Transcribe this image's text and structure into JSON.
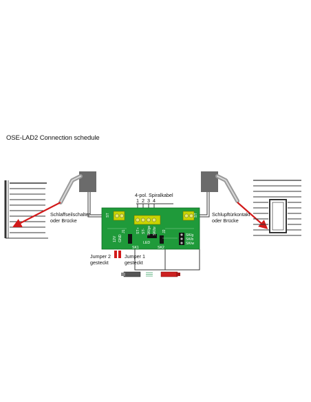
{
  "title": "OSE-LAD2 Connection schedule",
  "labels": {
    "spiral_cable": "4-pol. Spiralkabel",
    "pins": [
      "1",
      "2",
      "3",
      "4"
    ],
    "left_switch_line1": "Schlaffseilschalter",
    "left_switch_line2": "oder Brücke",
    "right_switch_line1": "Schlupftürkontakt",
    "right_switch_line2": "oder Brücke",
    "jumper2_line1": "Jumper 2",
    "jumper2_line2": "gesteckt",
    "jumper1_line1": "Jumper 1",
    "jumper1_line2": "gesteckt"
  },
  "pcb": {
    "left_terminal": "ST",
    "right_terminal": "ST",
    "center_pins": [
      "ST+",
      "ST-",
      "SK/ge",
      "SK/br"
    ],
    "pins_left_vertical": [
      "12V",
      "GND"
    ],
    "led_label": "LED",
    "sk1": "SK1",
    "sk2": "SK2",
    "right_pins": [
      "SK/g",
      "SK/b",
      "SK/w"
    ],
    "small_labels": [
      "J1",
      "J2"
    ]
  },
  "colors": {
    "pcb": "#1f9a3a",
    "terminal": "#c9d400",
    "sensor": "#6b6b6b",
    "beam": "#d21a1a",
    "receiver": "#cc2020"
  }
}
